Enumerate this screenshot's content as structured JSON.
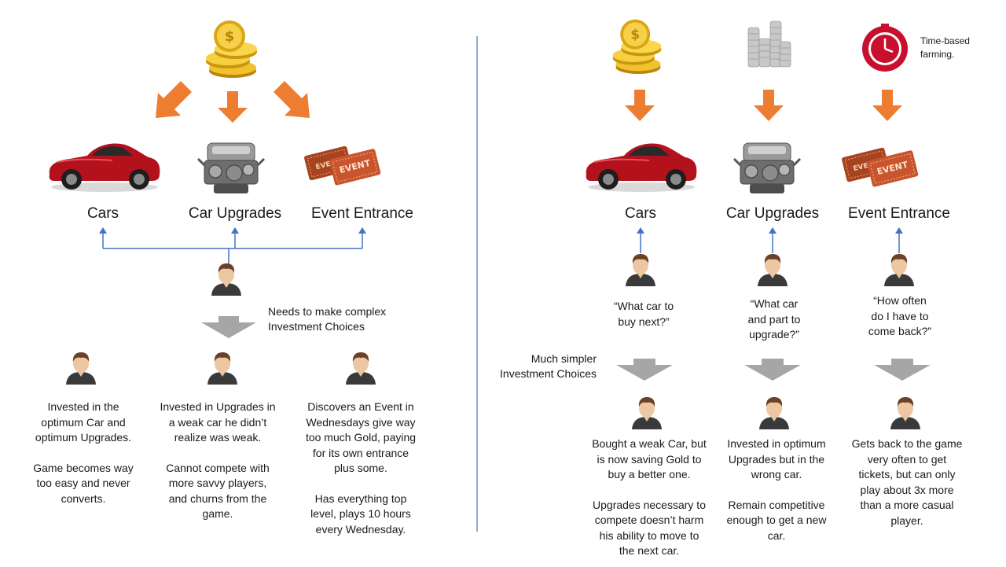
{
  "left": {
    "categories": [
      {
        "label": "Cars"
      },
      {
        "label": "Car Upgrades"
      },
      {
        "label": "Event Entrance"
      }
    ],
    "decision_note": [
      "Needs to make complex",
      "Investment Choices"
    ],
    "outcomes": [
      {
        "lines_a": [
          "Invested in the",
          "optimum Car and",
          "optimum Upgrades."
        ],
        "lines_b": [
          "Game becomes way",
          "too easy and never",
          "converts."
        ]
      },
      {
        "lines_a": [
          "Invested in Upgrades in",
          "a weak car he didn’t",
          "realize was weak."
        ],
        "lines_b": [
          "Cannot compete with",
          "more savvy players,",
          "and churns from the",
          "game."
        ]
      },
      {
        "lines_a": [
          "Discovers an Event in",
          "Wednesdays give way",
          "too much Gold, paying",
          "for its own entrance",
          "plus some."
        ],
        "lines_b": [
          "Has everything top",
          "level, plays 10 hours",
          "every Wednesday."
        ]
      }
    ]
  },
  "right": {
    "timer_note": [
      "Time-based",
      "farming."
    ],
    "categories": [
      {
        "label": "Cars"
      },
      {
        "label": "Car Upgrades"
      },
      {
        "label": "Event Entrance"
      }
    ],
    "questions": [
      [
        "“What car to",
        "buy next?”"
      ],
      [
        "“What car",
        "and part to",
        "upgrade?”"
      ],
      [
        "“How often",
        "do I have to",
        "come back?”"
      ]
    ],
    "simpler_note": [
      "Much simpler",
      "Investment Choices"
    ],
    "outcomes": [
      {
        "lines_a": [
          "Bought a weak Car, but",
          "is now saving Gold to",
          "buy a better one."
        ],
        "lines_b": [
          "Upgrades necessary to",
          "compete doesn’t harm",
          "his ability to move to",
          "the next car."
        ]
      },
      {
        "lines_a": [
          "Invested in optimum",
          "Upgrades but in the",
          "wrong car."
        ],
        "lines_b": [
          "Remain competitive",
          "enough to get a new",
          "car."
        ]
      },
      {
        "lines_a": [
          "Gets back to the game",
          "very often to get",
          "tickets, but can only",
          "play about 3x more",
          "than a more casual",
          "player."
        ],
        "lines_b": []
      }
    ]
  },
  "colors": {
    "arrow_orange": "#ed7d31",
    "arrow_gray": "#a6a6a6",
    "connector_blue": "#4472c4",
    "divider": "#8faadc",
    "gold": "#e8b319",
    "car_red": "#b3121c",
    "ticket": "#c8552c",
    "clock_red": "#c8102e"
  },
  "icons": [
    "gold-coins-icon",
    "silver-coins-icon",
    "clock-icon",
    "car-icon",
    "engine-icon",
    "ticket-icon",
    "person-icon"
  ]
}
